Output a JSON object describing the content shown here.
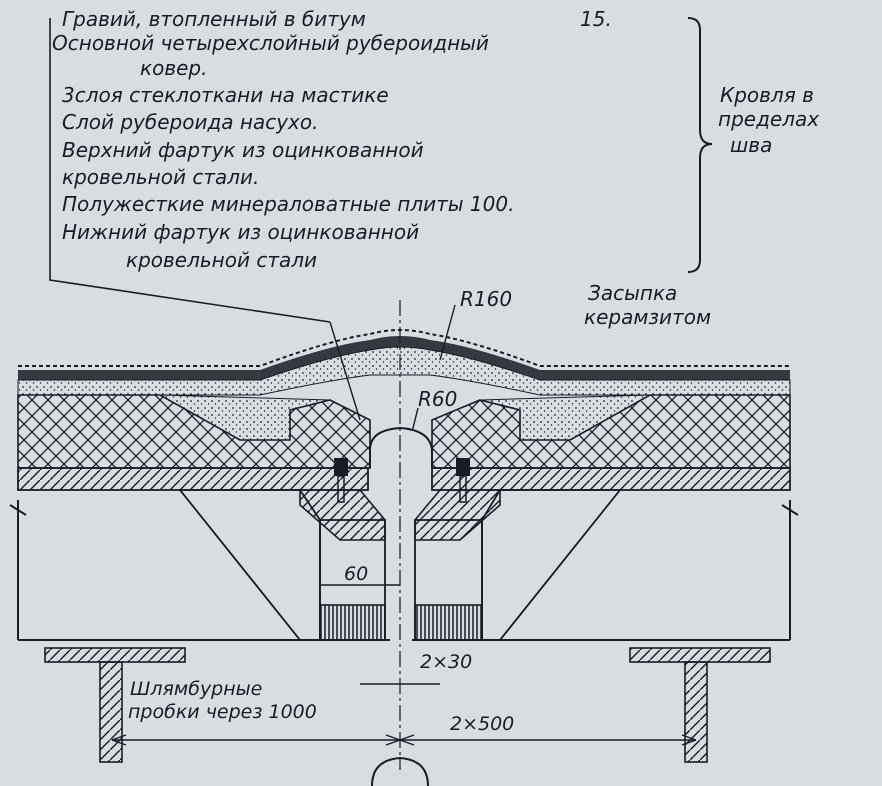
{
  "layers": [
    {
      "text": "Гравий, втопленный в битум",
      "thickness": "15."
    },
    {
      "text": "Основной четырехслойный рубероидный",
      "thickness": ""
    },
    {
      "text": "ковер.",
      "thickness": ""
    },
    {
      "text": "3слоя стеклоткани на мастике",
      "thickness": ""
    },
    {
      "text": "Слой рубероида насухо.",
      "thickness": ""
    },
    {
      "text": "Верхний фартук из оцинкованной",
      "thickness": ""
    },
    {
      "text": "кровельной стали.",
      "thickness": ""
    },
    {
      "text": "Полужесткие минераловатные плиты 100.",
      "thickness": ""
    },
    {
      "text": "Нижний фартук из оцинкованной",
      "thickness": ""
    },
    {
      "text": "кровельной стали",
      "thickness": ""
    }
  ],
  "bracket_label": [
    "Кровля в",
    "пределах",
    "шва"
  ],
  "fill_label": [
    "Засыпка",
    "керамзитом"
  ],
  "radius_outer": "R160",
  "radius_inner": "R60",
  "dim_gap": "60",
  "dim_joint": "2×30",
  "dim_span": "2×500",
  "anchor_label": [
    "Шлямбурные",
    "пробки через 1000"
  ],
  "colors": {
    "ink": "#1a1c24",
    "paper": "#d9dde2",
    "insulation": "#c9ccd3"
  }
}
